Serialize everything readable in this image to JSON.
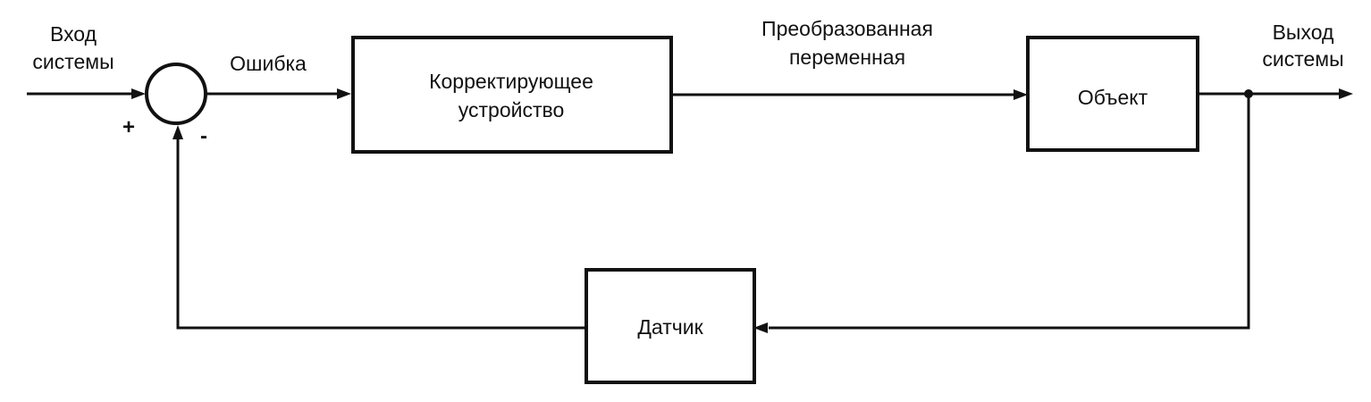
{
  "labels": {
    "input": [
      "Вход",
      "системы"
    ],
    "error": "Ошибка",
    "plus": "+",
    "minus": "-",
    "transformed": [
      "Преобразованная",
      "переменная"
    ],
    "output": [
      "Выход",
      "системы"
    ]
  },
  "blocks": {
    "controller": [
      "Корректирующее",
      "устройство"
    ],
    "plant": "Объект",
    "sensor": "Датчик"
  },
  "colors": {
    "ink": "#111111",
    "background": "#ffffff"
  }
}
